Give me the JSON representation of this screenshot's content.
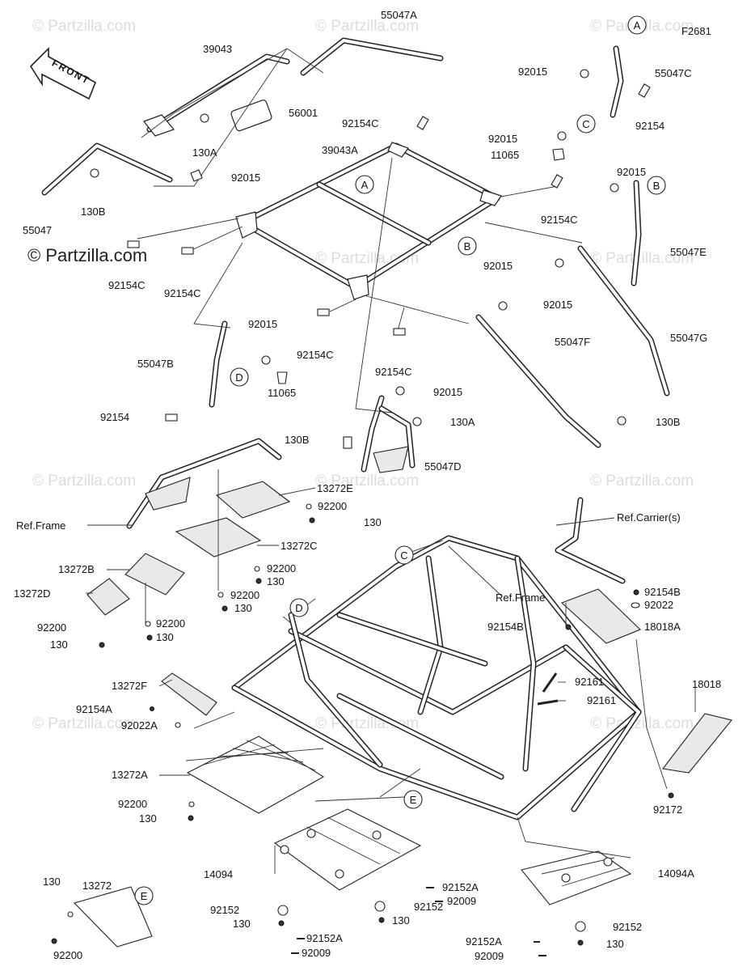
{
  "diagram_id": "F2681",
  "front_arrow_label": "FRONT",
  "watermark": "© Partzilla.com",
  "callout_letters": [
    "A",
    "B",
    "C",
    "D",
    "E"
  ],
  "references": {
    "frame_left": "Ref.Frame",
    "frame_center": "Ref.Frame",
    "carrier": "Ref.Carrier(s)"
  },
  "part_labels": {
    "p55047A": "55047A",
    "p39043": "39043",
    "p56001": "56001",
    "p130A_top": "130A",
    "p92015_top": "92015",
    "p55047": "55047",
    "p130B_top": "130B",
    "p92154C_top": "92154C",
    "p39043A": "39043A",
    "p92154C_left1": "92154C",
    "p92154C_left2": "92154C",
    "p92015_a": "92015",
    "p55047C": "55047C",
    "p92154_right": "92154",
    "p92015_c": "92015",
    "p11065_right": "11065",
    "p92154C_right": "92154C",
    "p92015_b": "92015",
    "p55047E": "55047E",
    "p92015_mid": "92015",
    "p92015_g": "92015",
    "p55047G": "55047G",
    "p92154C_center1": "92154C",
    "p92154C_center2": "92154C",
    "p55047F": "55047F",
    "p92015_d": "92015",
    "p55047B": "55047B",
    "p11065_left": "11065",
    "p92154_left": "92154",
    "p92015_center": "92015",
    "p130A_center": "130A",
    "p130B_center": "130B",
    "p55047D": "55047D",
    "p130B_right": "130B",
    "p13272E": "13272E",
    "p92200_e": "92200",
    "p130_e": "130",
    "p13272C": "13272C",
    "p92200_c1": "92200",
    "p130_c": "130",
    "p92200_c2": "92200",
    "p130_c2": "130",
    "p13272B": "13272B",
    "p13272D": "13272D",
    "p92200_b1": "92200",
    "p92200_b2": "92200",
    "p130_b1": "130",
    "p130_b2": "130",
    "p92154B_top": "92154B",
    "p92022_right": "92022",
    "p92154B_left": "92154B",
    "p18018A": "18018A",
    "p13272F": "13272F",
    "p92154A": "92154A",
    "p92022A": "92022A",
    "p92161_1": "92161",
    "p92161_2": "92161",
    "p18018": "18018",
    "p13272A": "13272A",
    "p92200_a": "92200",
    "p130_a": "130",
    "p92172": "92172",
    "p130_bl": "130",
    "p13272": "13272",
    "p92200_bl": "92200",
    "p14094": "14094",
    "p92152_l": "92152",
    "p130_l": "130",
    "p92152A_l": "92152A",
    "p92009_l": "92009",
    "p92152A_m": "92152A",
    "p92009_m": "92009",
    "p92152_m": "92152",
    "p130_m": "130",
    "p14094A": "14094A",
    "p92152A_r": "92152A",
    "p92009_r": "92009",
    "p92152_r": "92152",
    "p130_r": "130"
  }
}
